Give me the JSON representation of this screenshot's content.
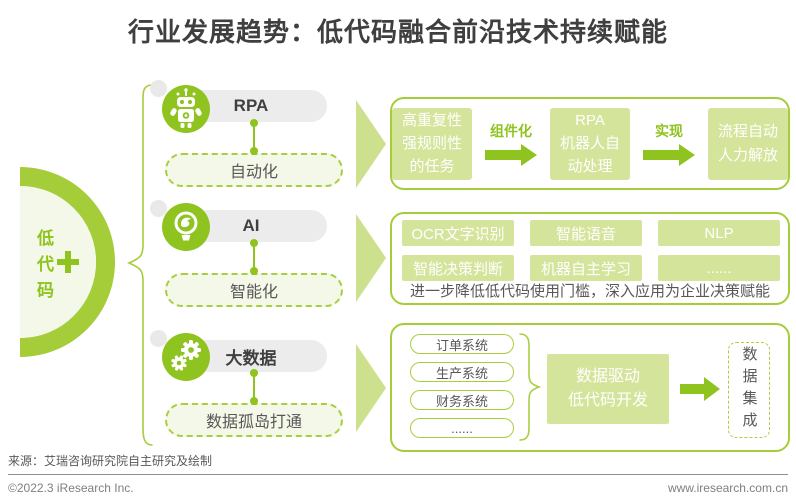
{
  "title": "行业发展趋势：低代码融合前沿技术持续赋能",
  "hub": {
    "label": "低代码"
  },
  "rows": [
    {
      "tech": "RPA",
      "capability": "自动化",
      "icon": "robot-icon"
    },
    {
      "tech": "AI",
      "capability": "智能化",
      "icon": "bulb-icon"
    },
    {
      "tech": "大数据",
      "capability": "数据孤岛打通",
      "icon": "gears-icon"
    }
  ],
  "rpa_flow": {
    "steps": [
      "高重复性\n强规则性\n的任务",
      "RPA\n机器人自\n动处理",
      "流程自动\n人力解放"
    ],
    "arrow_labels": [
      "组件化",
      "实现"
    ]
  },
  "ai_panel": {
    "chips": [
      "OCR文字识别",
      "智能语音",
      "NLP",
      "智能决策判断",
      "机器自主学习",
      "......"
    ],
    "caption": "进一步降低低代码使用门槛，深入应用为企业决策赋能"
  },
  "bigdata_panel": {
    "systems": [
      "订单系统",
      "生产系统",
      "财务系统",
      "......"
    ],
    "driver": "数据驱动\n低代码开发",
    "result": "数据集成"
  },
  "footer": {
    "source": "来源：艾瑞咨询研究院自主研究及绘制",
    "copyright": "©2022.3 iResearch Inc.",
    "website": "www.iresearch.com.cn"
  },
  "colors": {
    "accent_green": "#8fc31f",
    "outline_green": "#a5cd39",
    "box_fill_green": "#d5e49b",
    "triangle_green": "#cde08e",
    "pill_gray": "#ececec",
    "text_dark": "#3f3f3f",
    "text_gray": "#595757"
  }
}
